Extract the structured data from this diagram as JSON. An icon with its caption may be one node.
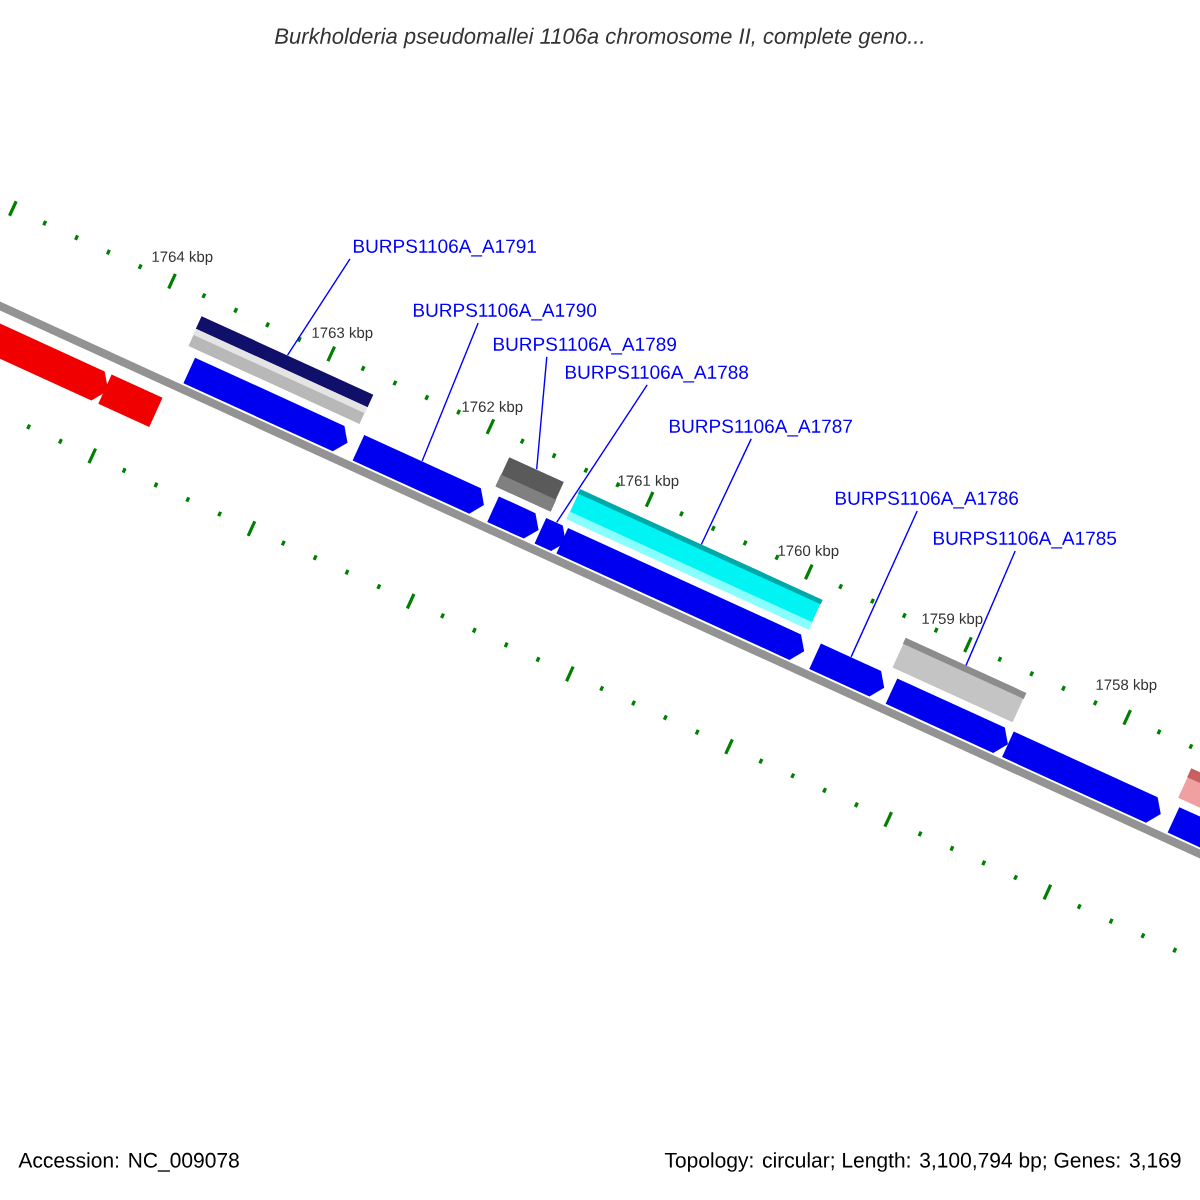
{
  "diagram": {
    "title": "Burkholderia pseudomallei 1106a chromosome II, complete geno...",
    "nodes": [
      {
        "text": [
          "BURPS1106A_A1791"
        ]
      },
      {
        "text": [
          "BURPS1106A_A1790"
        ]
      },
      {
        "text": [
          "BURPS1106A_A1789"
        ]
      },
      {
        "text": [
          "BURPS1106A_A1788"
        ]
      },
      {
        "text": [
          "BURPS1106A_A1787"
        ]
      },
      {
        "text": [
          "BURPS1106A_A1786"
        ]
      },
      {
        "text": [
          "BURPS1106A_A1785"
        ]
      },
      {
        "text": [],
        "shape": "bar"
      },
      {
        "text": [],
        "shape": "arrow"
      },
      {
        "text": [],
        "shape": "bar"
      },
      {
        "text": [],
        "shape": "arrow"
      },
      {
        "text": [],
        "shape": "bar"
      },
      {
        "text": [],
        "shape": "arrow"
      },
      {
        "text": [],
        "shape": "bar"
      },
      {
        "text": [],
        "shape": "arrow"
      },
      {
        "text": [],
        "shape": "bar"
      },
      {
        "text": [],
        "shape": "arrow"
      },
      {
        "text": [],
        "shape": "arrow"
      },
      {
        "text": [],
        "shape": "arrow"
      },
      {
        "text": [],
        "shape": "arrow"
      },
      {
        "text": [],
        "shape": "arrow"
      },
      {
        "text": [],
        "shape": "bar"
      },
      {
        "text": [],
        "shape": "arrow"
      }
    ],
    "edges": [
      {
        "from": 0,
        "to": 7,
        "arrow": "none"
      },
      {
        "from": 1,
        "to": 8,
        "arrow": "none"
      },
      {
        "from": 2,
        "to": 9,
        "arrow": "none"
      },
      {
        "from": 3,
        "to": 10,
        "arrow": "none"
      },
      {
        "from": 4,
        "to": 11,
        "arrow": "none"
      },
      {
        "from": 5,
        "to": 12,
        "arrow": "none"
      },
      {
        "from": 6,
        "to": 13,
        "arrow": "none"
      }
    ],
    "labels": [
      "1764 kbp",
      "1763 kbp",
      "1762 kbp",
      "1761 kbp",
      "1760 kbp",
      "1759 kbp",
      "1758 kbp",
      "Accession: NC_009078",
      "Topology: circular; Length: 3,100,794 bp; Genes: 3,169"
    ]
  }
}
